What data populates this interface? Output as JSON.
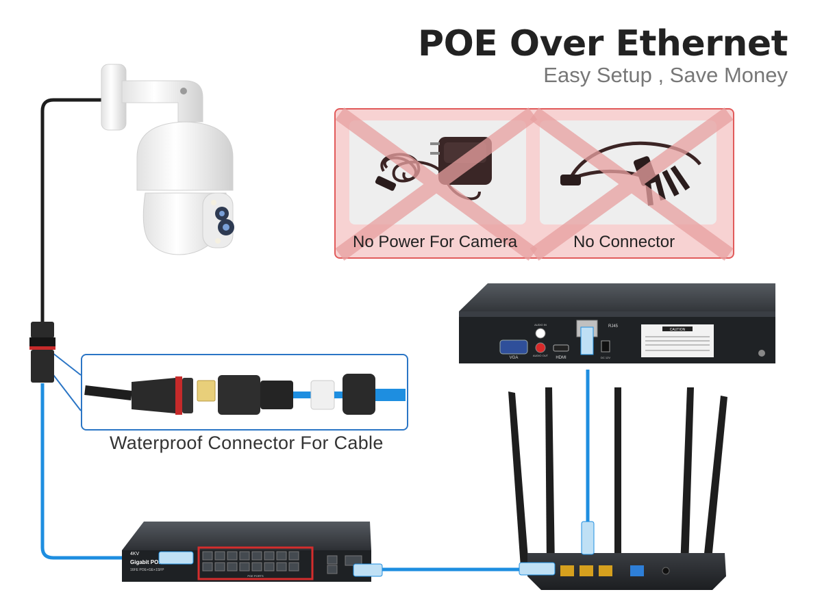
{
  "header": {
    "title": "POE Over Ethernet",
    "subtitle": "Easy Setup , Save Money"
  },
  "not_needed": {
    "items": [
      {
        "label": "No Power For Camera",
        "icon": "power-adapter-icon"
      },
      {
        "label": "No Connector",
        "icon": "dc-splitter-icon"
      }
    ],
    "colors": {
      "border": "#e15a5a",
      "fill": "#f7d2d2",
      "cross": "#e8a0a0"
    }
  },
  "connector_detail": {
    "caption": "Waterproof Connector For Cable",
    "border_color": "#2a75c5"
  },
  "cable": {
    "color": "#1e8ee0"
  },
  "nvr": {
    "labels": {
      "vga": "VGA",
      "hdmi": "HDMI",
      "audio_in": "AUDIO IN",
      "audio_out": "AUDIO OUT",
      "rj45": "RJ45",
      "dc": "DC 12V",
      "caution": "CAUTION"
    }
  },
  "switch": {
    "brand": "4KV",
    "model_line": "Gigabit POE",
    "model_sub": "16FE POE+GE+1SFP",
    "poe_port_label": "POE PORTS",
    "accent": "#d42d2d"
  }
}
